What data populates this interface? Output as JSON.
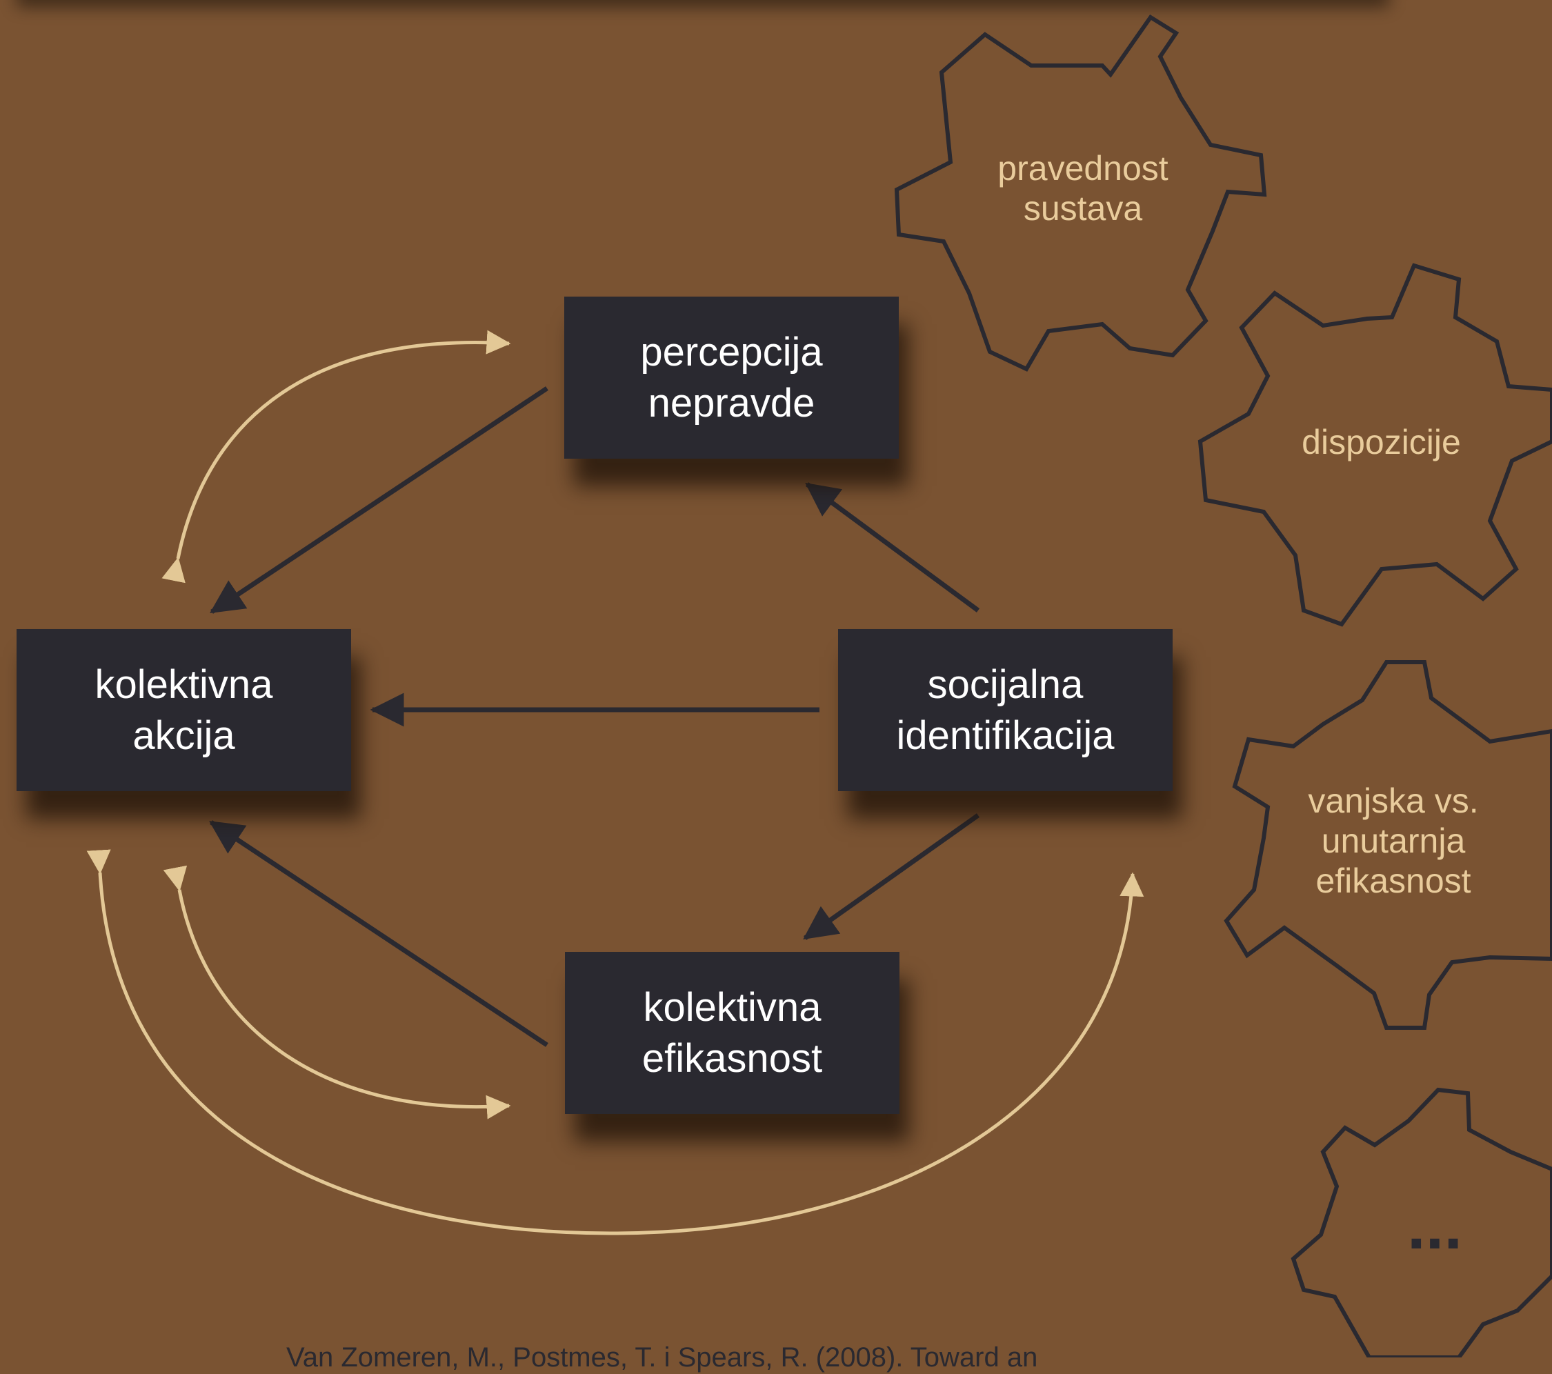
{
  "nodes": {
    "percepcija": "percepcija\nnepravde",
    "kolektivna_akcija": "kolektivna\nakcija",
    "socijalna": "socijalna\nidentifikacija",
    "efikasnost": "kolektivna\nefikasnost"
  },
  "gears": {
    "pravednost": "pravednost\nsustava",
    "dispozicije": "dispozicije",
    "vanjska": "vanjska vs.\nunutarnja\nefikasnost",
    "more": "..."
  },
  "citation": "Van Zomeren, M., Postmes, T. i Spears, R. (2008). Toward an",
  "colors": {
    "background": "#7a5332",
    "box": "#2a2930",
    "cream_arrow": "#e3c896",
    "gear_label": "#e9cc9c"
  }
}
